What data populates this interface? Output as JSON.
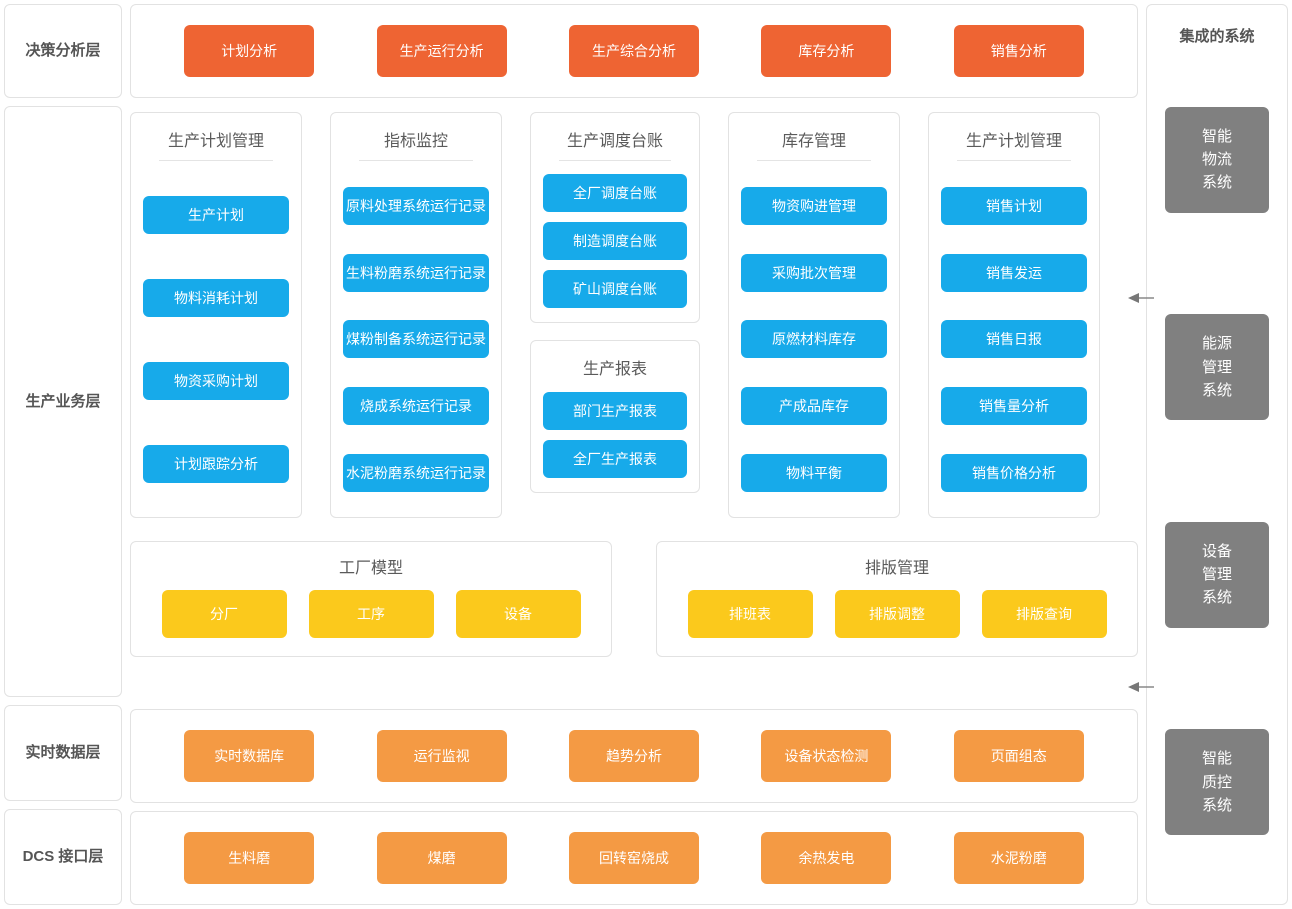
{
  "colors": {
    "orange_strong": "#ee6433",
    "orange_light": "#f49a44",
    "blue": "#17aaea",
    "yellow": "#fbc91c",
    "gray": "#808080",
    "panel_border": "#e2e2e2",
    "text": "#555555"
  },
  "layers": {
    "decision": "决策分析层",
    "business": "生产业务层",
    "realtime": "实时数据层",
    "dcs": "DCS 接口层"
  },
  "decision_layer": {
    "buttons": [
      "计划分析",
      "生产运行分析",
      "生产综合分析",
      "库存分析",
      "销售分析"
    ]
  },
  "business_layer": {
    "modules": [
      {
        "title": "生产计划管理",
        "items": [
          "生产计划",
          "物料消耗计划",
          "物资采购计划",
          "计划跟踪分析"
        ]
      },
      {
        "title": "指标监控",
        "items": [
          "原料处理系统运行记录",
          "生料粉磨系统运行记录",
          "煤粉制备系统运行记录",
          "烧成系统运行记录",
          "水泥粉磨系统运行记录"
        ]
      },
      {
        "title": "生产调度台账",
        "items": [
          "全厂调度台账",
          "制造调度台账",
          "矿山调度台账"
        ]
      },
      {
        "title": "生产报表",
        "items": [
          "部门生产报表",
          "全厂生产报表"
        ]
      },
      {
        "title": "库存管理",
        "items": [
          "物资购进管理",
          "采购批次管理",
          "原燃材料库存",
          "产成品库存",
          "物料平衡"
        ]
      },
      {
        "title": "生产计划管理",
        "items": [
          "销售计划",
          "销售发运",
          "销售日报",
          "销售量分析",
          "销售价格分析"
        ]
      }
    ],
    "yellow_panels": [
      {
        "title": "工厂模型",
        "items": [
          "分厂",
          "工序",
          "设备"
        ]
      },
      {
        "title": "排版管理",
        "items": [
          "排班表",
          "排版调整",
          "排版查询"
        ]
      }
    ]
  },
  "realtime_layer": {
    "buttons": [
      "实时数据库",
      "运行监视",
      "趋势分析",
      "设备状态检测",
      "页面组态"
    ]
  },
  "dcs_layer": {
    "buttons": [
      "生料磨",
      "煤磨",
      "回转窑烧成",
      "余热发电",
      "水泥粉磨"
    ]
  },
  "integrated_systems": {
    "title": "集成的系统",
    "items": [
      "智能\n物流\n系统",
      "能源\n管理\n系统",
      "设备\n管理\n系统",
      "智能\n质控\n系统"
    ]
  }
}
